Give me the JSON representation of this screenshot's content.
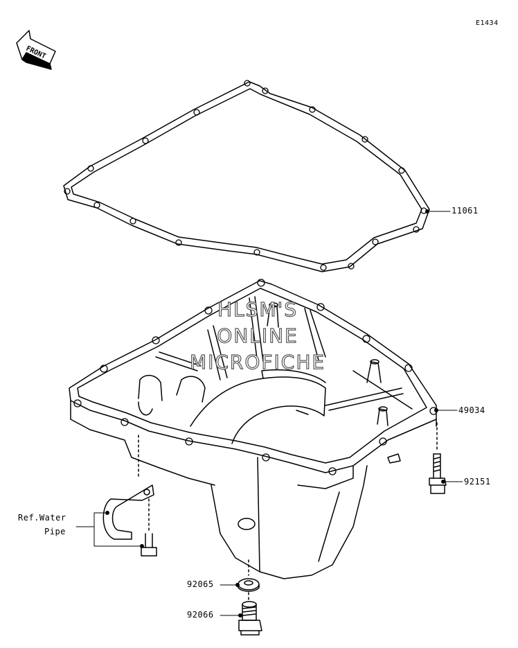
{
  "figure_code": "E1434",
  "front_label": "FRONT",
  "parts": {
    "gasket": "11061",
    "oil_pan": "49034",
    "bolt": "92151",
    "washer": "92065",
    "drain_plug": "92066"
  },
  "ref_label": {
    "line1": "Ref.Water",
    "line2": "Pipe"
  },
  "watermark": {
    "line1": "HLSM'S",
    "line2": "ONLINE",
    "line3": "MICROFICHE"
  }
}
